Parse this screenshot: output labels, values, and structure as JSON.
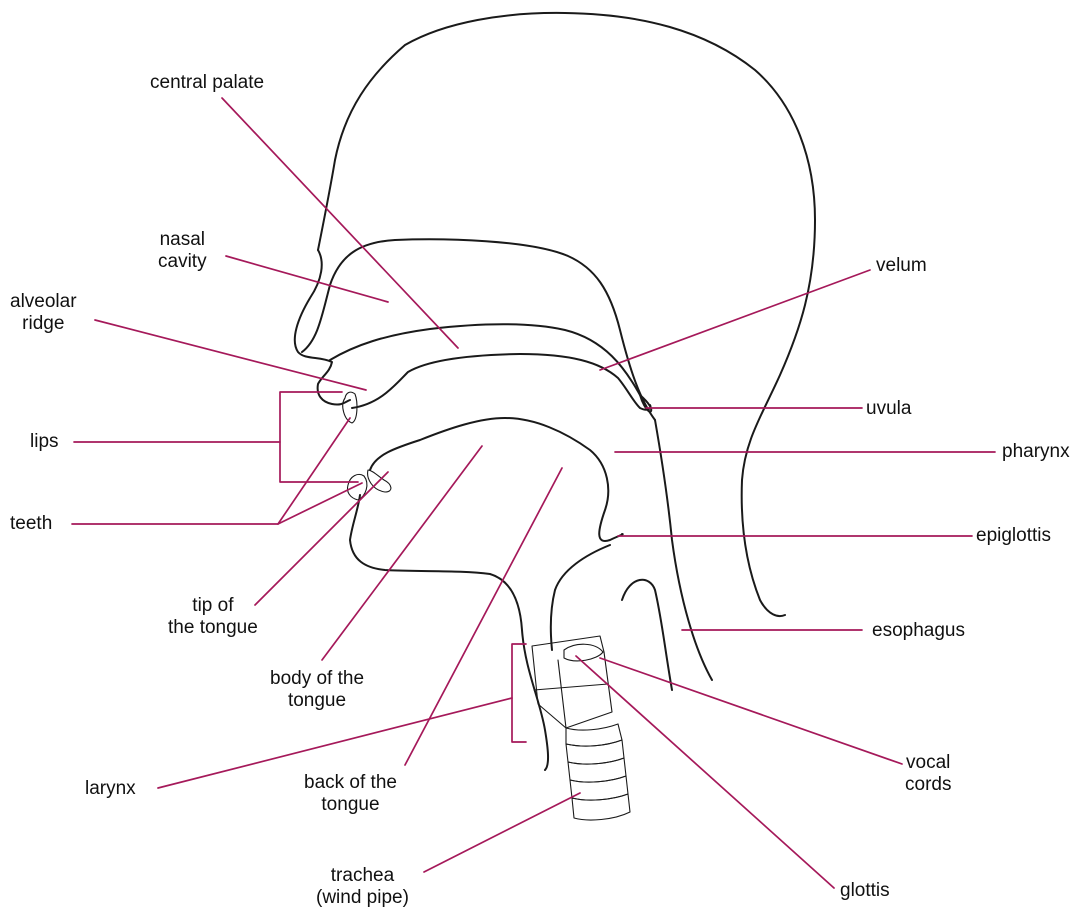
{
  "labels": {
    "central_palate": "central palate",
    "nasal_cavity": [
      "nasal",
      "cavity"
    ],
    "alveolar_ridge": [
      "alveolar",
      "ridge"
    ],
    "lips": "lips",
    "teeth": "teeth",
    "tip_of_tongue": [
      "tip of",
      "the tongue"
    ],
    "body_of_tongue": [
      "body of the",
      "tongue"
    ],
    "larynx": "larynx",
    "back_of_tongue": [
      "back of the",
      "tongue"
    ],
    "trachea": [
      "trachea",
      "(wind pipe)"
    ],
    "velum": "velum",
    "uvula": "uvula",
    "pharynx": "pharynx",
    "epiglottis": "epiglottis",
    "esophagus": "esophagus",
    "vocal_cords": [
      "vocal",
      "cords"
    ],
    "glottis": "glottis"
  },
  "colors": {
    "leader_line": "#a5195a",
    "outline": "#1a1a1a",
    "text": "#111111",
    "background": "#ffffff"
  }
}
